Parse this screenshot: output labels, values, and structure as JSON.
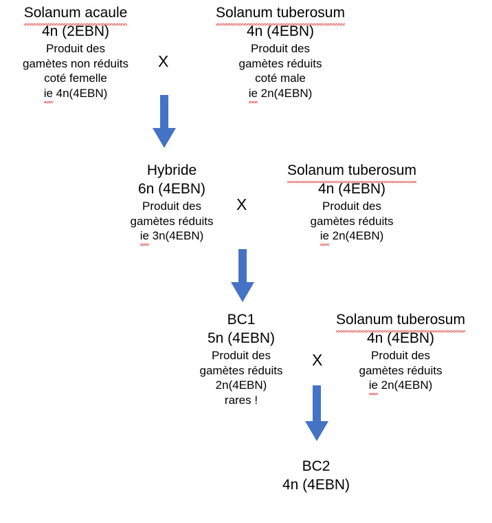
{
  "diagram": {
    "title": "Schema de croisement interspecifique Solanum",
    "arrow_color": "#4472C4",
    "text_color": "#000000",
    "spellcheck_color": "#E03030",
    "background": "#FFFFFF",
    "cross_symbol": "X"
  },
  "nodes": [
    {
      "id": "solanum-acaule",
      "heading": "Solanum acaule",
      "heading_underlined": true,
      "heading_spellcheck": true,
      "ploidy": "4n (2EBN)",
      "details": [
        {
          "text": "Produit des",
          "spellcheck": false
        },
        {
          "text": "gamètes non réduits",
          "spellcheck": false
        },
        {
          "text": "coté femelle",
          "spellcheck": false
        },
        {
          "text": "ie 4n(4EBN)",
          "spellcheck_prefix": "ie"
        }
      ]
    },
    {
      "id": "solanum-tuberosum-1",
      "heading": "Solanum tuberosum",
      "heading_underlined": true,
      "heading_spellcheck": true,
      "ploidy": "4n (4EBN)",
      "details": [
        {
          "text": "Produit des",
          "spellcheck": false
        },
        {
          "text": "gamètes réduits",
          "spellcheck": false
        },
        {
          "text": "coté male",
          "spellcheck": false
        },
        {
          "text": "ie 2n(4EBN)",
          "spellcheck_prefix": "ie"
        }
      ]
    },
    {
      "id": "hybride",
      "heading": "Hybride",
      "heading_underlined": false,
      "heading_spellcheck": false,
      "ploidy": "6n (4EBN)",
      "details": [
        {
          "text": "Produit des",
          "spellcheck": false
        },
        {
          "text": "gamètes réduits",
          "spellcheck": false
        },
        {
          "text": "ie 3n(4EBN)",
          "spellcheck_prefix": "ie"
        }
      ]
    },
    {
      "id": "solanum-tuberosum-2",
      "heading": "Solanum tuberosum",
      "heading_underlined": true,
      "heading_spellcheck": true,
      "ploidy": "4n (4EBN)",
      "details": [
        {
          "text": "Produit des",
          "spellcheck": false
        },
        {
          "text": "gamètes réduits",
          "spellcheck": false
        },
        {
          "text": "ie 2n(4EBN)",
          "spellcheck_prefix": "ie"
        }
      ]
    },
    {
      "id": "bc1",
      "heading": "BC1",
      "heading_underlined": false,
      "heading_spellcheck": false,
      "ploidy": "5n (4EBN)",
      "details": [
        {
          "text": "Produit des",
          "spellcheck": false
        },
        {
          "text": "gamètes réduits",
          "spellcheck": false
        },
        {
          "text": "2n(4EBN)",
          "spellcheck": false
        },
        {
          "text": "rares !",
          "spellcheck": false
        }
      ]
    },
    {
      "id": "solanum-tuberosum-3",
      "heading": "Solanum tuberosum",
      "heading_underlined": true,
      "heading_spellcheck": true,
      "ploidy": "4n (4EBN)",
      "details": [
        {
          "text": "Produit des",
          "spellcheck": false
        },
        {
          "text": "gamètes réduits",
          "spellcheck": false
        },
        {
          "text": "ie 2n(4EBN)",
          "spellcheck_prefix": "ie"
        }
      ]
    },
    {
      "id": "bc2",
      "heading": "BC2",
      "heading_underlined": false,
      "heading_spellcheck": false,
      "ploidy": "4n (4EBN)",
      "details": []
    }
  ],
  "crosses": [
    {
      "id": "cross-1",
      "label": "X"
    },
    {
      "id": "cross-2",
      "label": "X"
    },
    {
      "id": "cross-3",
      "label": "X"
    }
  ],
  "arrows": [
    {
      "id": "arrow-1",
      "direction": "down",
      "from": "cross-1",
      "to": "hybride"
    },
    {
      "id": "arrow-2",
      "direction": "down",
      "from": "cross-2",
      "to": "bc1"
    },
    {
      "id": "arrow-3",
      "direction": "down",
      "from": "cross-3",
      "to": "bc2"
    }
  ]
}
